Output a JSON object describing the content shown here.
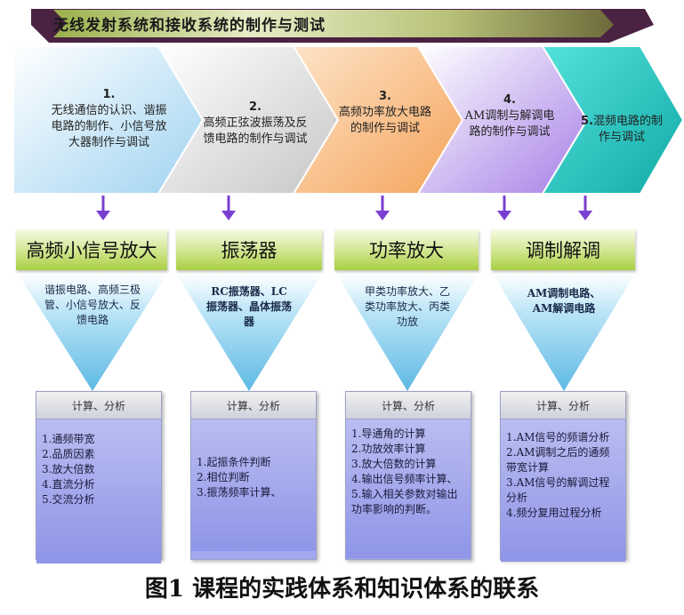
{
  "banner": {
    "title": "无线发射系统和接收系统的制作与测试"
  },
  "stages": [
    {
      "num": "1.",
      "text": "无线通信的认识、谐振电路的制作、小信号放大器制作与调试"
    },
    {
      "num": "2.",
      "text": "高频正弦波振荡及反馈电路的制作与调试"
    },
    {
      "num": "3.",
      "text": "高频功率放大电路的制作与调试"
    },
    {
      "num": "4.",
      "text": "AM调制与解调电路的制作与调试"
    },
    {
      "num": "5.",
      "text": "混频电路的制作与调试"
    }
  ],
  "categories": [
    {
      "title": "高频小信号放大",
      "topics": "谐振电路、高频三极管、小信号放大、反馈电路",
      "analysis_header": "计算、分析",
      "analysis_items": [
        "1.通频带宽",
        "2.品质因素",
        "3.放大倍数",
        "4.直流分析",
        "5.交流分析"
      ]
    },
    {
      "title": "振荡器",
      "topics": "RC振荡器、LC振荡器、晶体振荡器",
      "analysis_header": "计算、分析",
      "analysis_items": [
        "1.起振条件判断",
        "2.相位判断",
        "3.振荡频率计算、"
      ]
    },
    {
      "title": "功率放大",
      "topics": "甲类功率放大、乙类功率放大、丙类功放",
      "analysis_header": "计算、分析",
      "analysis_items": [
        "1.导通角的计算",
        "2.功放效率计算",
        "3.放大倍数的计算",
        "4.输出信号频率计算、",
        "5.输入相关参数对输出功率影响的判断。"
      ]
    },
    {
      "title": "调制解调",
      "topics": "AM调制电路、AM解调电路",
      "analysis_header": "计算、分析",
      "analysis_items": [
        "1.AM信号的频谱分析",
        "2.AM调制之后的通频带宽计算",
        "3.AM信号的解调过程分析",
        "4.频分复用过程分析"
      ]
    }
  ],
  "caption": "图1  课程的实践体系和知识体系的联系",
  "colors": {
    "banner": "#5a2a4a",
    "chevron1": "#c9e6f7",
    "chevron2": "#dcdcdc",
    "chevron3": "#f8b77c",
    "chevron4": "#c7aef0",
    "chevron5": "#2cc7c2",
    "arrow": "#7a3fd0",
    "triangle": "#8fd0ee",
    "box_body": "#a3a8ee"
  }
}
